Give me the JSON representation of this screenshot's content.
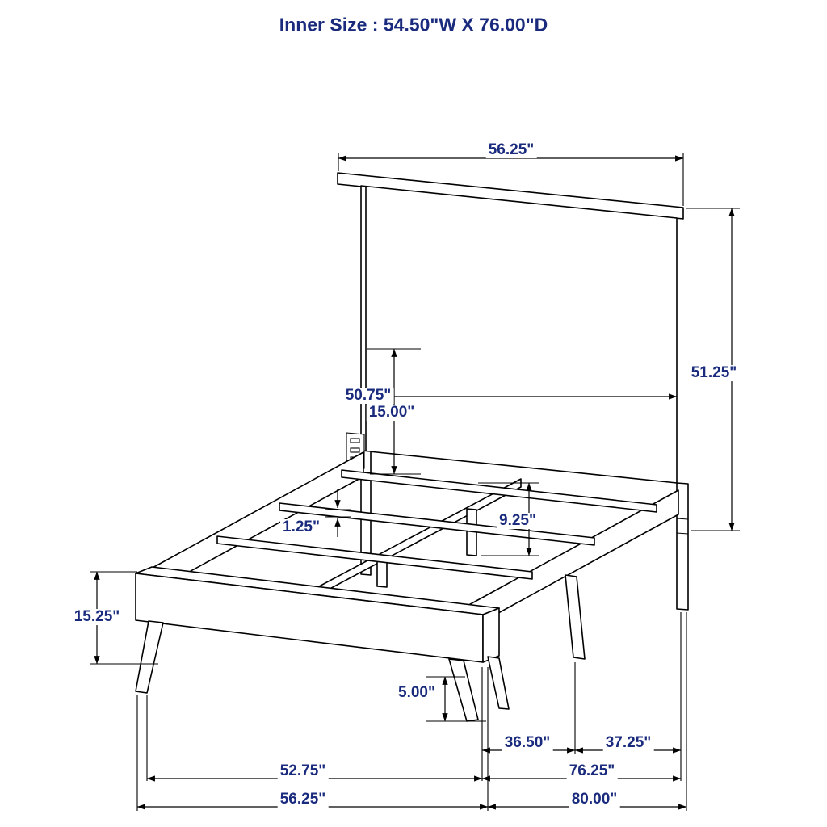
{
  "title": "Inner Size : 54.50\"W X 76.00\"D",
  "colors": {
    "label": "#1a2b7e",
    "line": "#000000",
    "background": "#ffffff"
  },
  "drawing": {
    "subject": "twin-bed-frame-dimension-diagram"
  },
  "labels": {
    "headboard_width": "56.25\"",
    "headboard_height": "51.25\"",
    "headboard_panel_width": "50.75\"",
    "headboard_panel_clearance": "15.00\"",
    "slat_thickness": "1.25\"",
    "center_support_height": "9.25\"",
    "footboard_height": "15.25\"",
    "leg_height": "5.00\"",
    "depth_segment_rear": "36.50\"",
    "depth_segment_head": "37.25\"",
    "frame_width_inner": "52.75\"",
    "frame_depth_inner": "76.25\"",
    "frame_width_outer": "56.25\"",
    "frame_depth_outer": "80.00\""
  }
}
